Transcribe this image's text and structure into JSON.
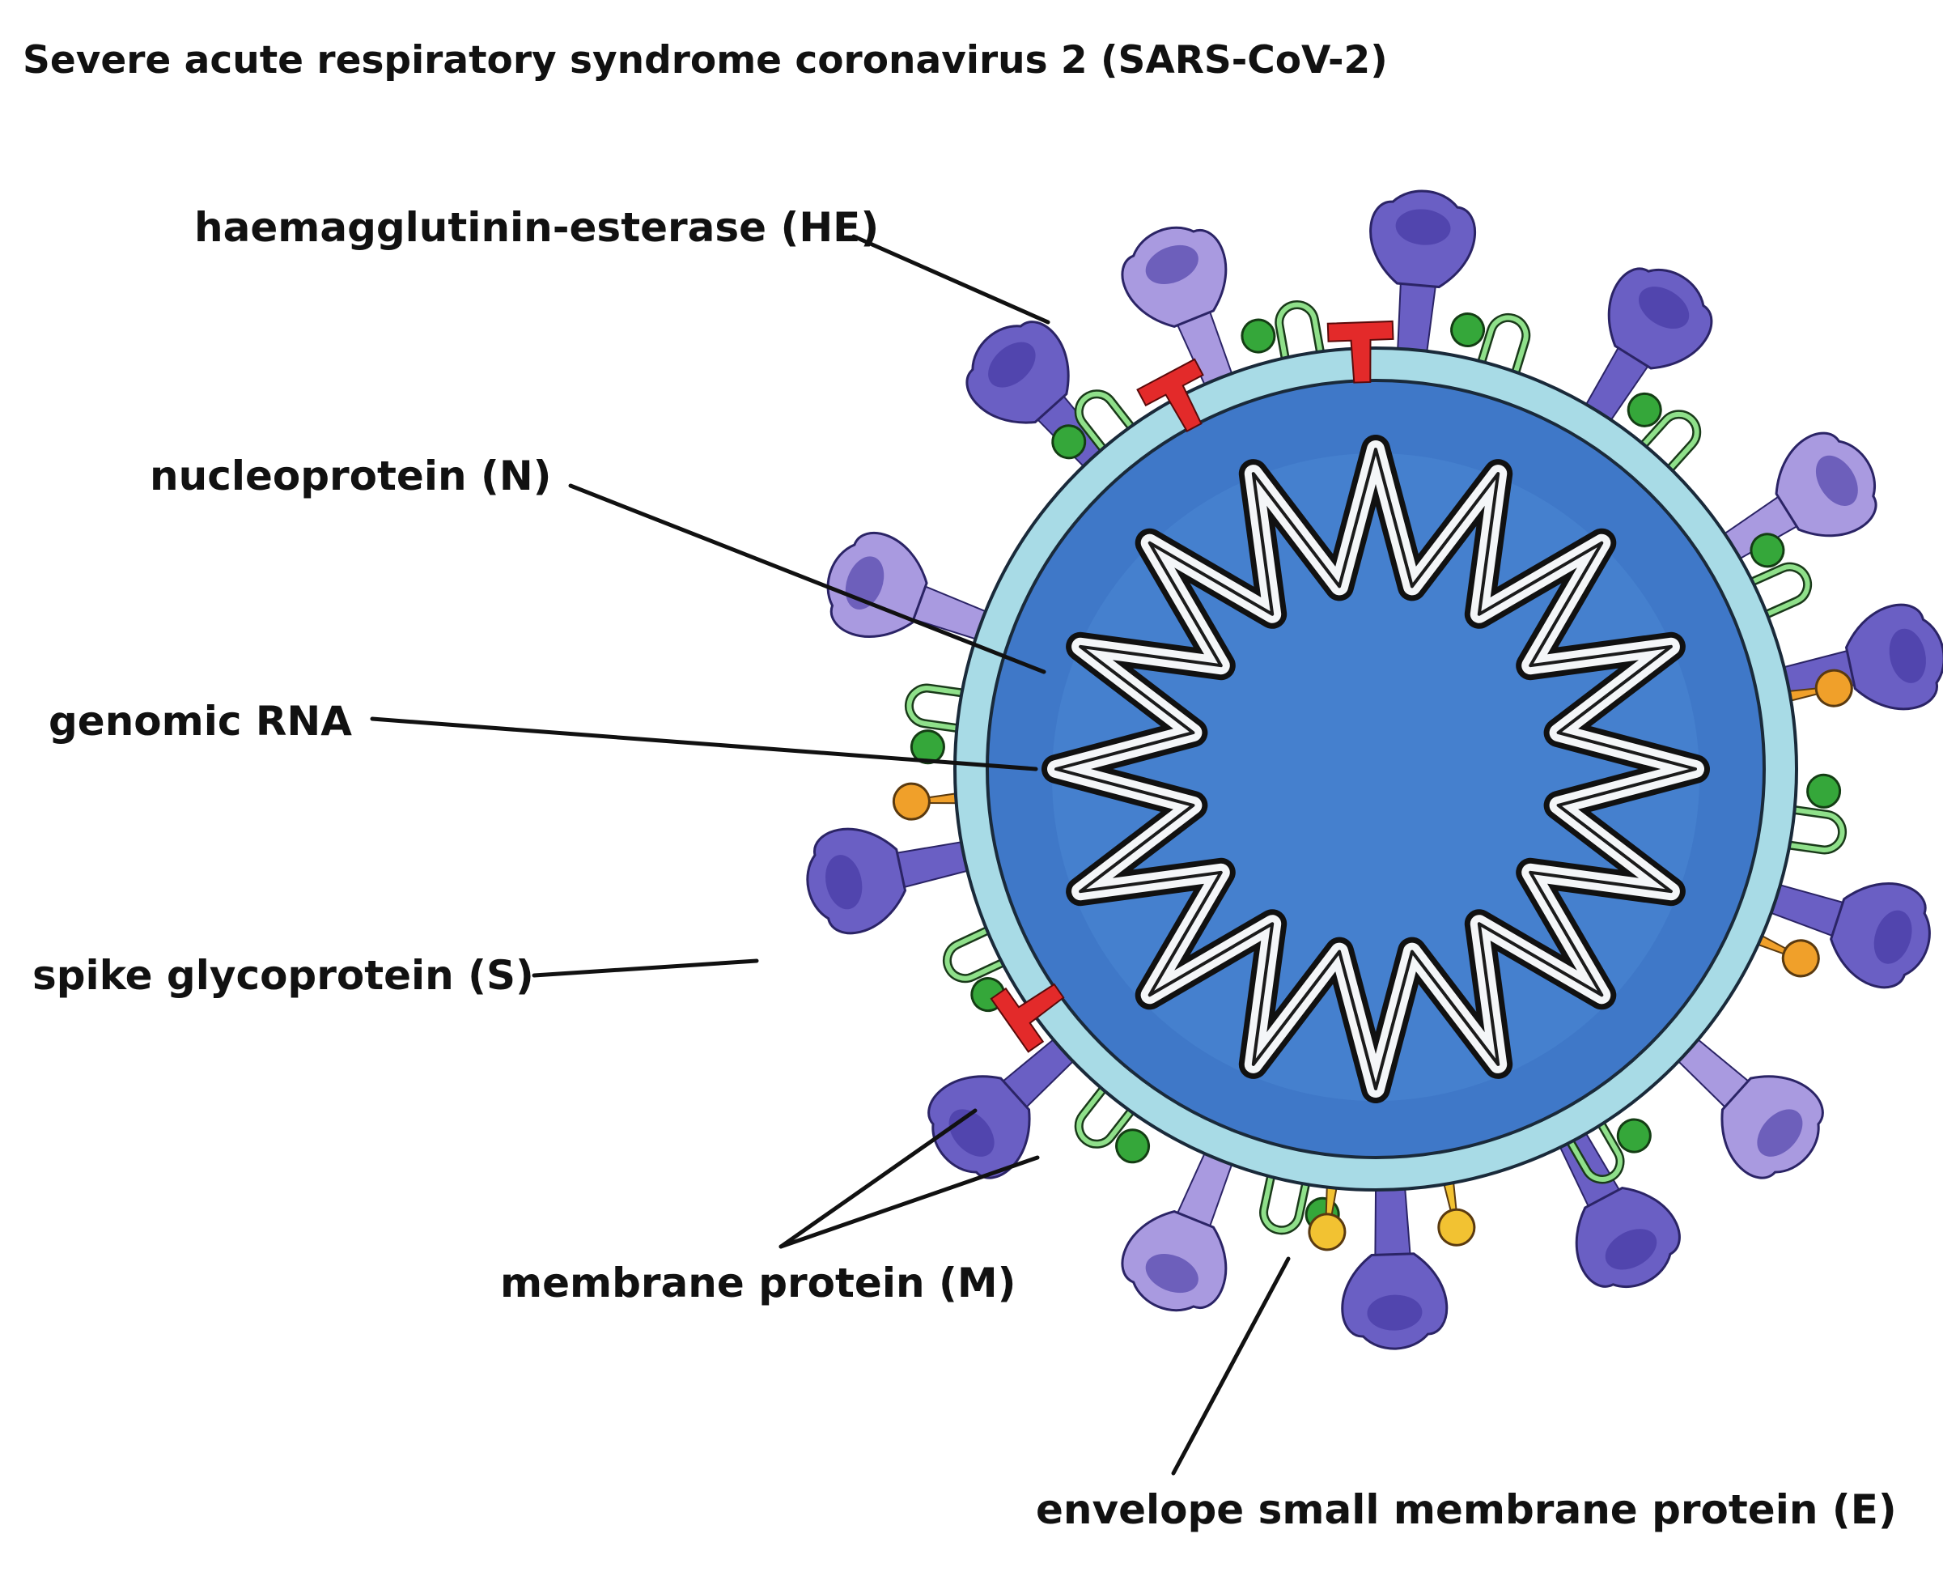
{
  "title": "Severe acute respiratory syndrome coronavirus 2 (SARS-CoV-2)",
  "labels": {
    "he": "haemagglutinin-esterase (HE)",
    "n": "nucleoprotein (N)",
    "rna": "genomic RNA",
    "s": "spike glycoprotein (S)",
    "m": "membrane protein (M)",
    "e": "envelope small membrane protein (E)"
  },
  "colors": {
    "envelope": "#a8dbe6",
    "core": "#3f78c8",
    "spike": "#6a5fc4",
    "spike_light": "#a99ae0",
    "he": "#e32a2a",
    "m_protein": "#35a73a",
    "e_protein": "#f0a02a",
    "rna_white": "#f4f6f8"
  }
}
